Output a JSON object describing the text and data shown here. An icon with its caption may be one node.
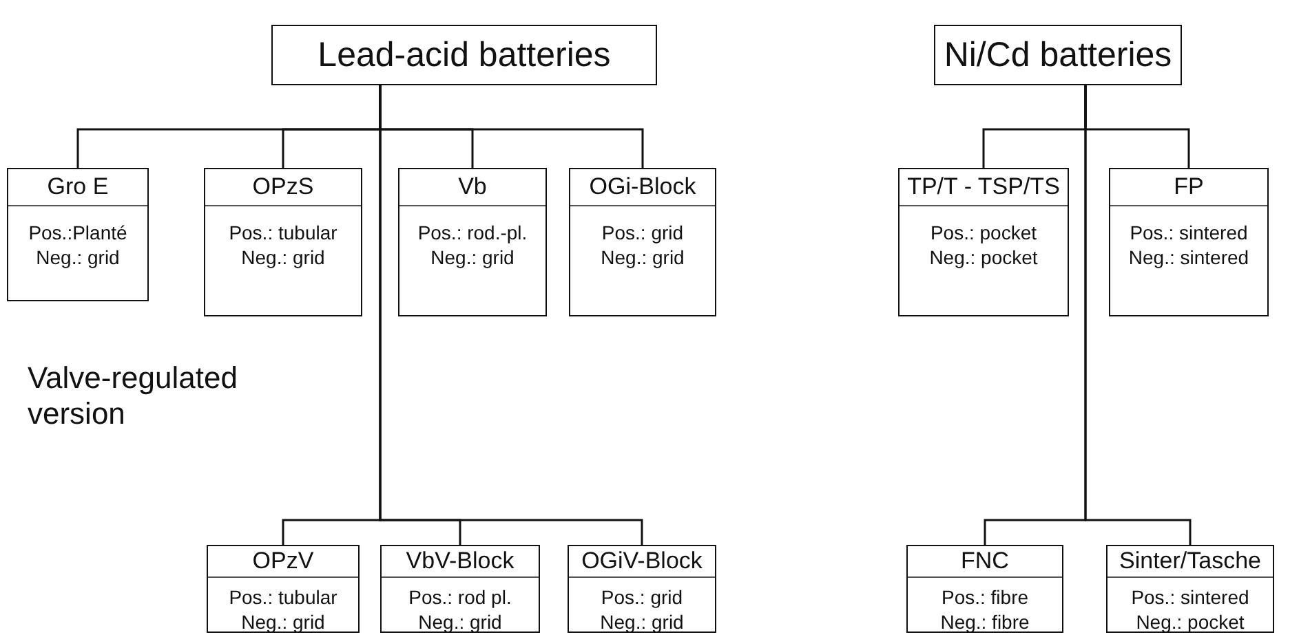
{
  "diagram": {
    "nodes": [
      {
        "text": [
          "Lead-acid batteries"
        ]
      },
      {
        "text": [
          "Gro E",
          "Pos.:Planté",
          "Neg.: grid"
        ]
      },
      {
        "text": [
          "OPzS",
          "Pos.: tubular",
          "Neg.: grid"
        ]
      },
      {
        "text": [
          "Vb",
          "Pos.: rod.-pl.",
          "Neg.: grid"
        ]
      },
      {
        "text": [
          "OGi-Block",
          "Pos.: grid",
          "Neg.: grid"
        ]
      },
      {
        "text": [
          "OPzV",
          "Pos.: tubular",
          "Neg.: grid"
        ]
      },
      {
        "text": [
          "VbV-Block",
          "Pos.: rod pl.",
          "Neg.: grid"
        ]
      },
      {
        "text": [
          "OGiV-Block",
          "Pos.: grid",
          "Neg.: grid"
        ]
      },
      {
        "text": [
          "Ni/Cd batteries"
        ]
      },
      {
        "text": [
          "TP/T - TSP/TS",
          "Pos.: pocket",
          "Neg.: pocket"
        ]
      },
      {
        "text": [
          "FP",
          "Pos.: sintered",
          "Neg.: sintered"
        ]
      },
      {
        "text": [
          "FNC",
          "Pos.: fibre",
          "Neg.: fibre"
        ]
      },
      {
        "text": [
          "Sinter/Tasche",
          "Pos.: sintered",
          "Neg.: pocket"
        ]
      }
    ],
    "edges": [
      {
        "from": 0,
        "to": 1,
        "arrow": "none"
      },
      {
        "from": 0,
        "to": 2,
        "arrow": "none"
      },
      {
        "from": 0,
        "to": 3,
        "arrow": "none"
      },
      {
        "from": 0,
        "to": 4,
        "arrow": "none"
      },
      {
        "from": 0,
        "to": 5,
        "arrow": "none"
      },
      {
        "from": 0,
        "to": 6,
        "arrow": "none"
      },
      {
        "from": 0,
        "to": 7,
        "arrow": "none"
      },
      {
        "from": 8,
        "to": 9,
        "arrow": "none"
      },
      {
        "from": 8,
        "to": 10,
        "arrow": "none"
      },
      {
        "from": 8,
        "to": 11,
        "arrow": "none"
      },
      {
        "from": 8,
        "to": 12,
        "arrow": "none"
      }
    ],
    "labels": [
      "Valve-regulated version"
    ]
  }
}
